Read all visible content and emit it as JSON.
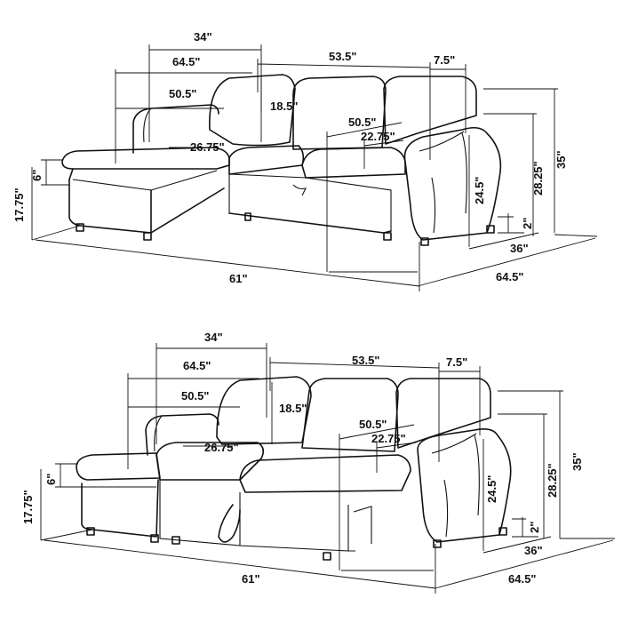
{
  "top": {
    "dim_34": "34\"",
    "dim_64_5_top": "64.5\"",
    "dim_53_5": "53.5\"",
    "dim_7_5": "7.5\"",
    "dim_50_5_left": "50.5\"",
    "dim_18_5": "18.5\"",
    "dim_50_5_seat": "50.5\"",
    "dim_22_75": "22.75\"",
    "dim_26_75": "26.75\"",
    "dim_6": "6\"",
    "dim_17_75": "17.75\"",
    "dim_24_5": "24.5\"",
    "dim_28_25": "28.25\"",
    "dim_35": "35\"",
    "dim_2": "2\"",
    "dim_36": "36\"",
    "dim_61": "61\"",
    "dim_64_5_bottom": "64.5\""
  },
  "bottom": {
    "dim_34": "34\"",
    "dim_64_5_top": "64.5\"",
    "dim_53_5": "53.5\"",
    "dim_7_5": "7.5\"",
    "dim_50_5_left": "50.5\"",
    "dim_18_5": "18.5\"",
    "dim_50_5_seat": "50.5\"",
    "dim_22_75": "22.75\"",
    "dim_26_75": "26.75\"",
    "dim_6": "6\"",
    "dim_17_75": "17.75\"",
    "dim_24_5": "24.5\"",
    "dim_28_25": "28.25\"",
    "dim_35": "35\"",
    "dim_2": "2\"",
    "dim_36": "36\"",
    "dim_61": "61\"",
    "dim_64_5_bottom": "64.5\""
  }
}
